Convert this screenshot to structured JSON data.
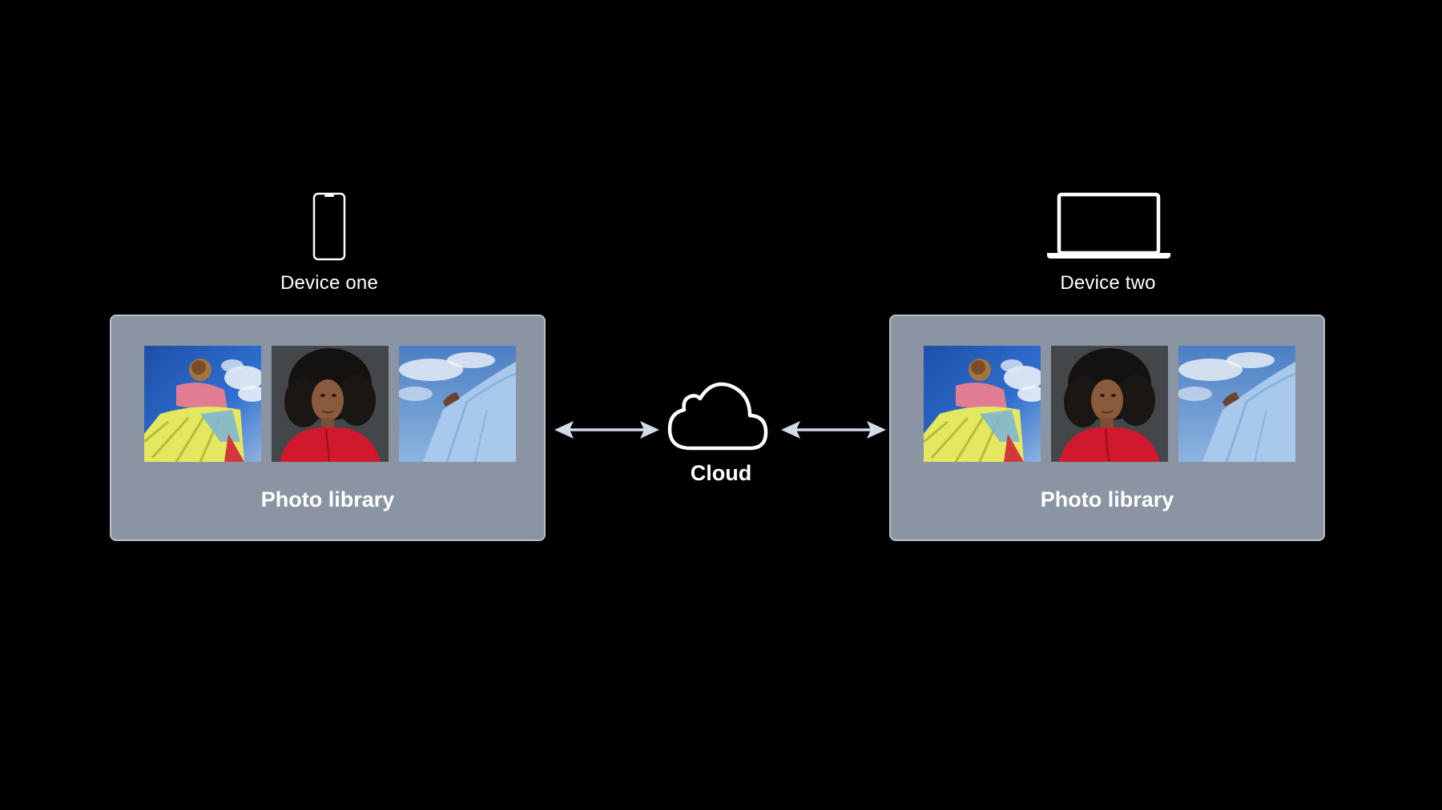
{
  "colors": {
    "background": "#000000",
    "library_box": "#8a94a3",
    "library_border": "#b8c0cc",
    "arrow": "#d4dbe6",
    "text": "#ffffff"
  },
  "devices": [
    {
      "label": "Device one",
      "icon": "iphone-icon"
    },
    {
      "label": "Device two",
      "icon": "laptop-icon"
    }
  ],
  "libraries": [
    {
      "label": "Photo library",
      "photos": [
        "portrait-yellow-skirt-photo",
        "portrait-red-shirt-photo",
        "portrait-blue-sky-photo"
      ]
    },
    {
      "label": "Photo library",
      "photos": [
        "portrait-yellow-skirt-photo",
        "portrait-red-shirt-photo",
        "portrait-blue-sky-photo"
      ]
    }
  ],
  "cloud": {
    "label": "Cloud",
    "icon": "cloud-icon"
  },
  "connectors": [
    "double-arrow-icon",
    "double-arrow-icon"
  ]
}
